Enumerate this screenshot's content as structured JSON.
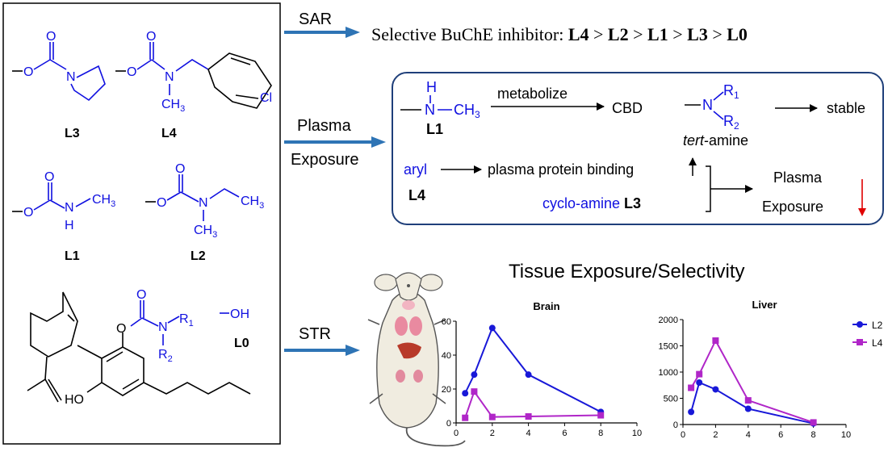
{
  "left_panel": {
    "labels": {
      "l3": "L3",
      "l4": "L4",
      "l1": "L1",
      "l2": "L2",
      "l0": "L0"
    },
    "atoms": {
      "o": "O",
      "n": "N",
      "h": "H",
      "cl": "Cl",
      "ho": "HO",
      "oh": "OH",
      "ch3": "CH",
      "ch3_sub": "3",
      "r": "R",
      "r1_sub": "1",
      "r2_sub": "2"
    }
  },
  "sar": {
    "arrow_label": "SAR",
    "statement_prefix": "Selective BuChE inhibitor: ",
    "order": [
      "L4",
      "L2",
      "L1",
      "L3",
      "L0"
    ],
    "separator": " > "
  },
  "plasma": {
    "arrow_label_1": "Plasma",
    "arrow_label_2": "Exposure",
    "metabolize": "metabolize",
    "cbd": "CBD",
    "l1": "L1",
    "tert_italic": "tert",
    "tert_rest": "-amine",
    "stable": "stable",
    "aryl": "aryl",
    "l4": "L4",
    "ppb": "plasma protein binding",
    "cyclo": "cyclo-amine",
    "l3": "L3",
    "plasma_word": "Plasma",
    "exposure_word": "Exposure"
  },
  "str": {
    "arrow_label": "STR",
    "tissue_title": "Tissue Exposure/Selectivity"
  },
  "colors": {
    "accent_blue": "#2e74b5",
    "chem_blue": "#1010e0",
    "l2_series": "#1818d8",
    "l4_series": "#b026c8",
    "down_arrow": "#e00000"
  },
  "chart_data": [
    {
      "type": "line",
      "title": "Brain",
      "xlim": [
        0,
        10
      ],
      "ylim": [
        0,
        60
      ],
      "xticks": [
        0,
        2,
        4,
        6,
        8,
        10
      ],
      "yticks": [
        0,
        20,
        40,
        60
      ],
      "series": [
        {
          "name": "L2",
          "x": [
            0.5,
            1,
            2,
            4,
            8
          ],
          "y": [
            17.5,
            28.5,
            56,
            28.5,
            6.5
          ]
        },
        {
          "name": "L4",
          "x": [
            0.5,
            1,
            2,
            4,
            8
          ],
          "y": [
            3,
            18.5,
            3.5,
            3.8,
            4.5
          ]
        }
      ]
    },
    {
      "type": "line",
      "title": "Liver",
      "xlim": [
        0,
        10
      ],
      "ylim": [
        0,
        2000
      ],
      "xticks": [
        0,
        2,
        4,
        6,
        8,
        10
      ],
      "yticks": [
        0,
        500,
        1000,
        1500,
        2000
      ],
      "legend": "top-right",
      "series": [
        {
          "name": "L2",
          "x": [
            0.5,
            1,
            2,
            4,
            8
          ],
          "y": [
            240,
            800,
            670,
            300,
            20
          ]
        },
        {
          "name": "L4",
          "x": [
            0.5,
            1,
            2,
            4,
            8
          ],
          "y": [
            700,
            960,
            1600,
            460,
            40
          ]
        }
      ]
    }
  ]
}
